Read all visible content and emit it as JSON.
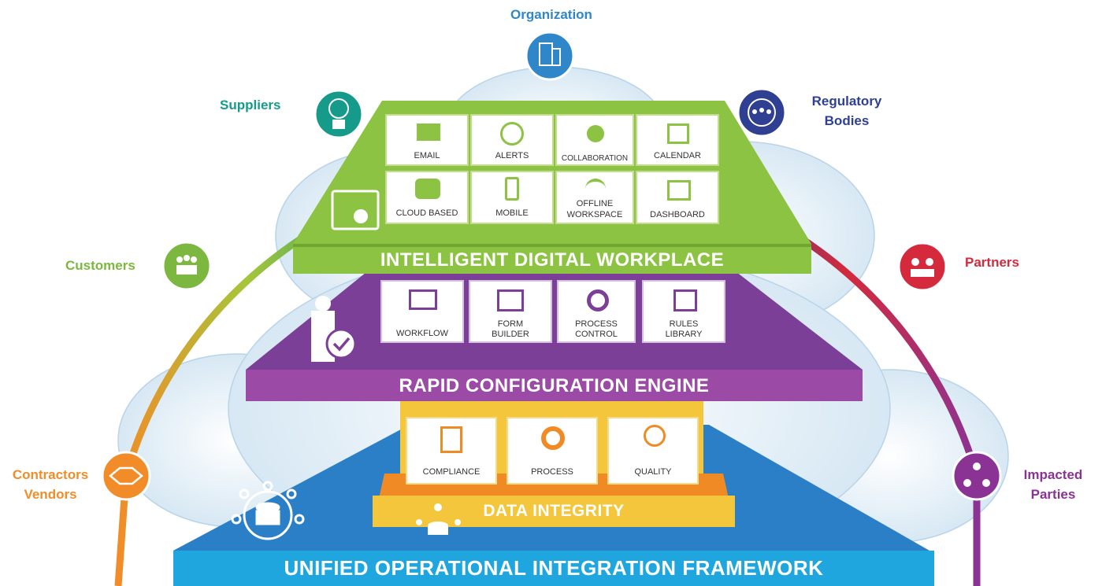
{
  "stakeholders": {
    "organization": "Organization",
    "suppliers": "Suppliers",
    "regulatory_line1": "Regulatory",
    "regulatory_line2": "Bodies",
    "customers": "Customers",
    "partners": "Partners",
    "contractors_line1": "Contractors",
    "contractors_line2": "Vendors",
    "impacted_line1": "Impacted",
    "impacted_line2": "Parties"
  },
  "workplace": {
    "title": "INTELLIGENT DIGITAL WORKPLACE",
    "tiles": [
      "EMAIL",
      "ALERTS",
      "COLLABORATION",
      "CALENDAR",
      "CLOUD BASED",
      "MOBILE",
      "OFFLINE",
      "WORKSPACE",
      "DASHBOARD"
    ]
  },
  "engine": {
    "title": "RAPID CONFIGURATION ENGINE",
    "tiles": [
      "WORKFLOW",
      "FORM",
      "BUILDER",
      "PROCESS",
      "CONTROL",
      "RULES",
      "LIBRARY"
    ]
  },
  "integrity": {
    "title": "DATA INTEGRITY",
    "tiles": [
      "COMPLIANCE",
      "PROCESS",
      "QUALITY"
    ]
  },
  "framework": {
    "title": "UNIFIED OPERATIONAL INTEGRATION FRAMEWORK"
  },
  "colors": {
    "organization": "#2f86c8",
    "suppliers": "#169a8a",
    "regulatory": "#2f3f92",
    "customers": "#7cb83f",
    "partners": "#d42a3c",
    "contractors": "#f28c28",
    "impacted": "#8a3394",
    "workplace_green": "#8dc342",
    "engine_purple": "#7b3f98",
    "integrity_yellow": "#f3c63c",
    "integrity_orange": "#f08a24",
    "framework_blue": "#2b7fc6"
  }
}
